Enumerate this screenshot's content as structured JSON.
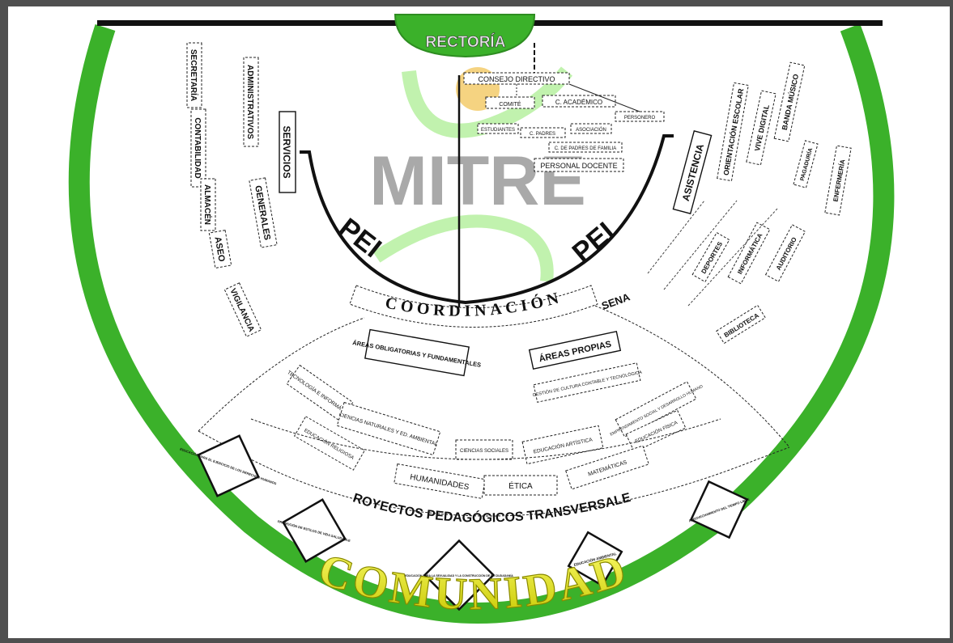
{
  "top": {
    "rectoria": "RECTORÍA"
  },
  "watermark": {
    "mitre": "MITRE"
  },
  "core": {
    "consejo_directivo": "CONSEJO DIRECTIVO",
    "consejo_academico": "C. ACADÉMICO",
    "comite": "COMITÉ",
    "estudiantes": "ESTUDIANTES",
    "consejo_estudiantil": "C. PADRES",
    "asociacion": "ASOCIACIÓN",
    "personero": "PERSONERO",
    "consejo_padres": "C. DE PADRES DE FAMILIA",
    "personal_docente": "PERSONAL DOCENTE",
    "pei_left": "PEI",
    "pei_right": "PEI"
  },
  "left_admin": {
    "secretaria": "SECRETARÍA",
    "administrativos": "ADMINISTRATIVOS",
    "contabilidad": "CONTABILIDAD",
    "almacen": "ALMACÉN",
    "aseo": "ASEO",
    "vigilancia": "VIGILANCIA",
    "servicios": "SERVICIOS",
    "generales": "GENERALES"
  },
  "right_assist": {
    "asistencia": "ASISTENCIA",
    "orientacion": "ORIENTACIÓN ESCOLAR",
    "vive_digital": "VIVE DIGITAL",
    "banda": "BANDA MÚSICO",
    "pagaduria": "PAGADURÍA",
    "enfermeria": "ENFERMERÍA",
    "deportes": "DEPORTES",
    "informatica": "INFORMÁTICA",
    "auditorio": "AUDITORIO",
    "biblioteca": "BIBLIOTECA"
  },
  "coordination": {
    "coordinacion": "COORDINACIÓN",
    "sena": "SENA",
    "areas_obligatorias": "ÁREAS OBLIGATORIAS Y FUNDAMENTALES",
    "areas_propias": "ÁREAS PROPIAS",
    "gestion_cultura": "GESTIÓN DE CULTURA CONTABLE Y TECNOLÓGICA",
    "emprendimiento": "EMPRENDIMIENTO SOCIAL Y DESARROLLO HUMANO",
    "tecnologia": "TECNOLOGÍA E INFORMÁTICA",
    "ciencias_naturales": "CIENCIAS NATURALES Y ED. AMBIENTAL",
    "ciencias_sociales": "CIENCIAS SOCIALES",
    "educacion_artistica": "EDUCACIÓN ARTÍSTICA",
    "educacion_fisica": "EDUCACIÓN FÍSICA",
    "educacion_religiosa": "EDUCACIÓN RELIGIOSA",
    "humanidades": "HUMANIDADES",
    "etica": "ÉTICA",
    "matematicas": "MATEMÁTICAS"
  },
  "projects": {
    "title": "PROYECTOS PEDAGÓGICOS TRANSVERSALES",
    "p1": "EDUCACIÓN PARA EL EJERCICIO DE LOS DERECHOS HUMANOS",
    "p2": "PROMOCIÓN DE ESTILOS DE VIDA SALUDABLE",
    "p3": "EDUCACIÓN PARA LA SEXUALIDAD Y LA CONSTRUCCIÓN DE LA CIUDADANÍA",
    "p4": "EDUCACIÓN AMBIENTAL",
    "p5": "APROVECHAMIENTO DEL TIEMPO LIBRE"
  },
  "bottom": {
    "comunidad": "COMUNIDAD"
  },
  "colors": {
    "green": "#3bb12a",
    "dark_green": "#2e8d21",
    "yellow": "#f2f233",
    "black": "#111111",
    "light_green": "#b6f0a0",
    "watermark_grey": "#9b9b9b"
  }
}
